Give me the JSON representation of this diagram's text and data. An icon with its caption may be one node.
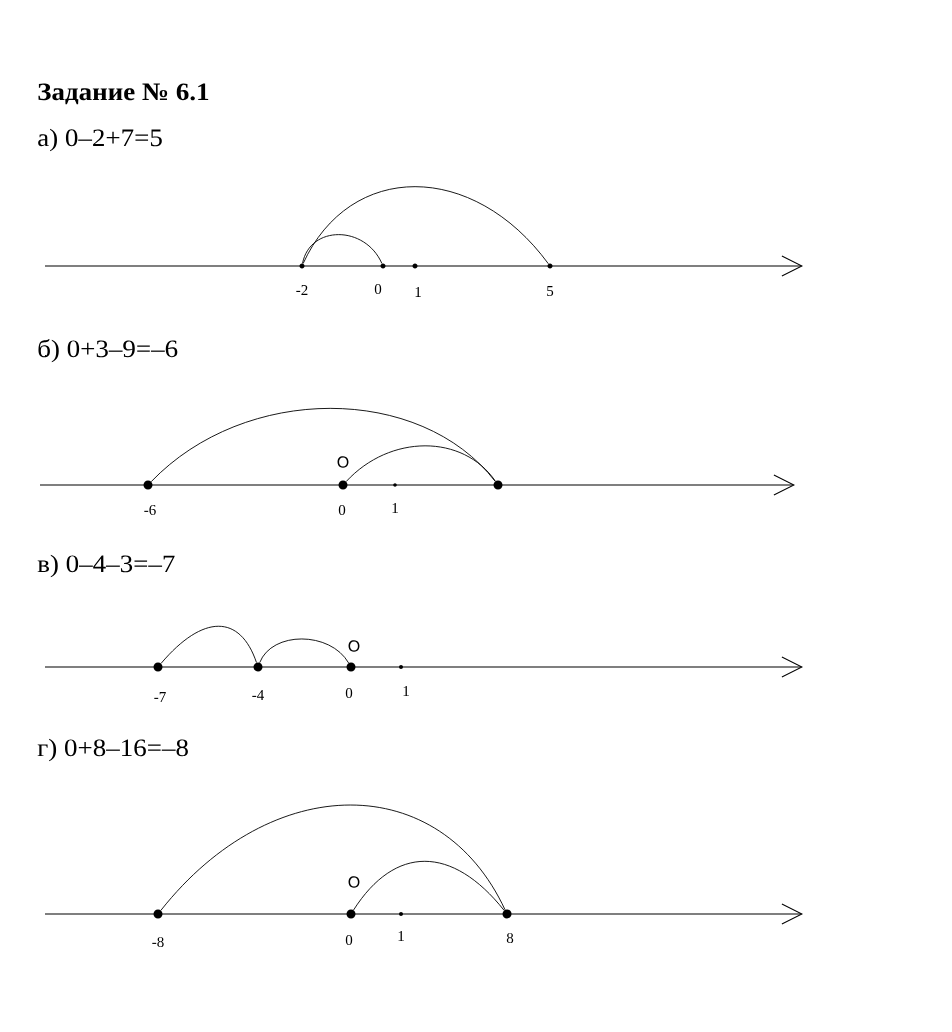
{
  "diagram": {
    "title": "Задание № 6.1",
    "nodes": [
      {
        "text": [],
        "shape": "circle",
        "beside": [
          "-2"
        ]
      },
      {
        "text": [],
        "shape": "circle",
        "beside": [
          "0"
        ]
      },
      {
        "text": [],
        "shape": "circle",
        "beside": [
          "1"
        ]
      },
      {
        "text": [],
        "shape": "circle",
        "beside": [
          "5"
        ]
      },
      {
        "text": [],
        "shape": "circle",
        "beside": [
          "-6"
        ]
      },
      {
        "text": [],
        "shape": "circle",
        "beside": [
          "O",
          "0"
        ]
      },
      {
        "text": [],
        "shape": "circle",
        "beside": [
          "1"
        ]
      },
      {
        "text": [],
        "shape": "circle"
      },
      {
        "text": [],
        "shape": "circle",
        "beside": [
          "-7"
        ]
      },
      {
        "text": [],
        "shape": "circle",
        "beside": [
          "-4"
        ]
      },
      {
        "text": [],
        "shape": "circle",
        "beside": [
          "O",
          "0"
        ]
      },
      {
        "text": [],
        "shape": "circle",
        "beside": [
          "1"
        ]
      },
      {
        "text": [],
        "shape": "circle",
        "beside": [
          "-8"
        ]
      },
      {
        "text": [],
        "shape": "circle",
        "beside": [
          "O",
          "0"
        ]
      },
      {
        "text": [],
        "shape": "circle",
        "beside": [
          "1"
        ]
      },
      {
        "text": [],
        "shape": "circle",
        "beside": [
          "8"
        ]
      }
    ],
    "edges": [
      {
        "from": 1,
        "to": 0,
        "arrow": "none"
      },
      {
        "from": 0,
        "to": 3,
        "arrow": "none"
      },
      {
        "from": 5,
        "to": 7,
        "arrow": "none"
      },
      {
        "from": 7,
        "to": 4,
        "arrow": "none"
      },
      {
        "from": 10,
        "to": 9,
        "arrow": "none"
      },
      {
        "from": 9,
        "to": 8,
        "arrow": "none"
      },
      {
        "from": 13,
        "to": 15,
        "arrow": "none"
      },
      {
        "from": 15,
        "to": 12,
        "arrow": "none"
      }
    ],
    "labels": [
      "а) 0–2+7=5",
      "б) 0+3–9=–6",
      "в) 0–4–3=–7",
      "г) 0+8–16=–8"
    ]
  }
}
